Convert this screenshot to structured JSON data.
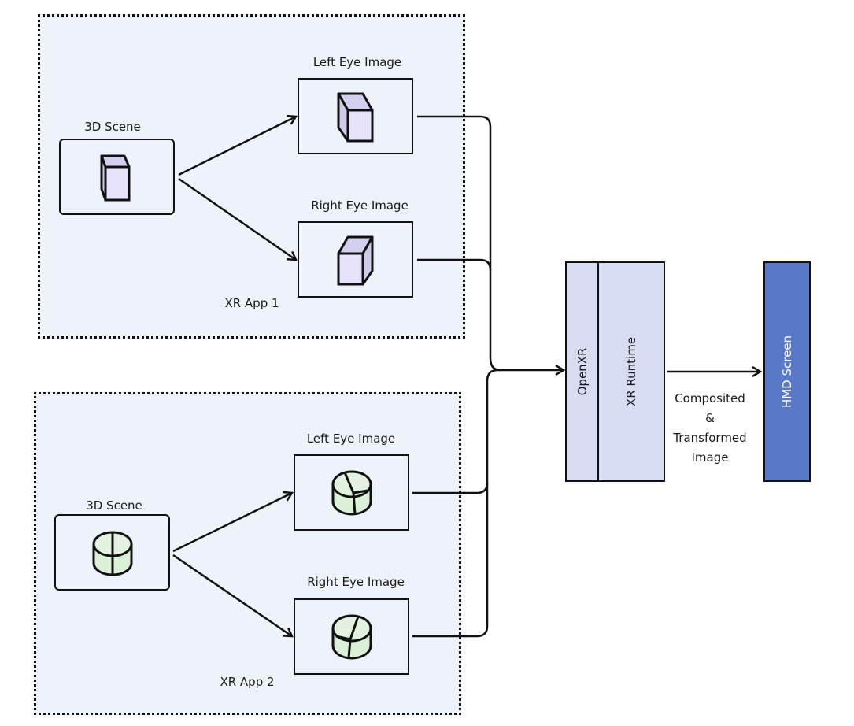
{
  "apps": [
    {
      "name": "XR App 1",
      "scene_label": "3D Scene",
      "left_label": "Left Eye Image",
      "right_label": "Right Eye Image",
      "object_icon": "cube-icon",
      "object_color": "#e4e0f7"
    },
    {
      "name": "XR App 2",
      "scene_label": "3D Scene",
      "left_label": "Left Eye Image",
      "right_label": "Right Eye Image",
      "object_icon": "cylinder-icon",
      "object_color": "#e2f1e0"
    }
  ],
  "runtime": {
    "openxr_label": "OpenXR",
    "runtime_label": "XR Runtime",
    "fill": "#d8dcf2"
  },
  "output": {
    "edge_label_lines": [
      "Composited",
      "&",
      "Transformed",
      "Image"
    ],
    "hmd_label": "HMD Screen",
    "hmd_fill": "#5a78c8"
  },
  "colors": {
    "group_fill": "#eef2fb",
    "stroke": "#111111"
  }
}
